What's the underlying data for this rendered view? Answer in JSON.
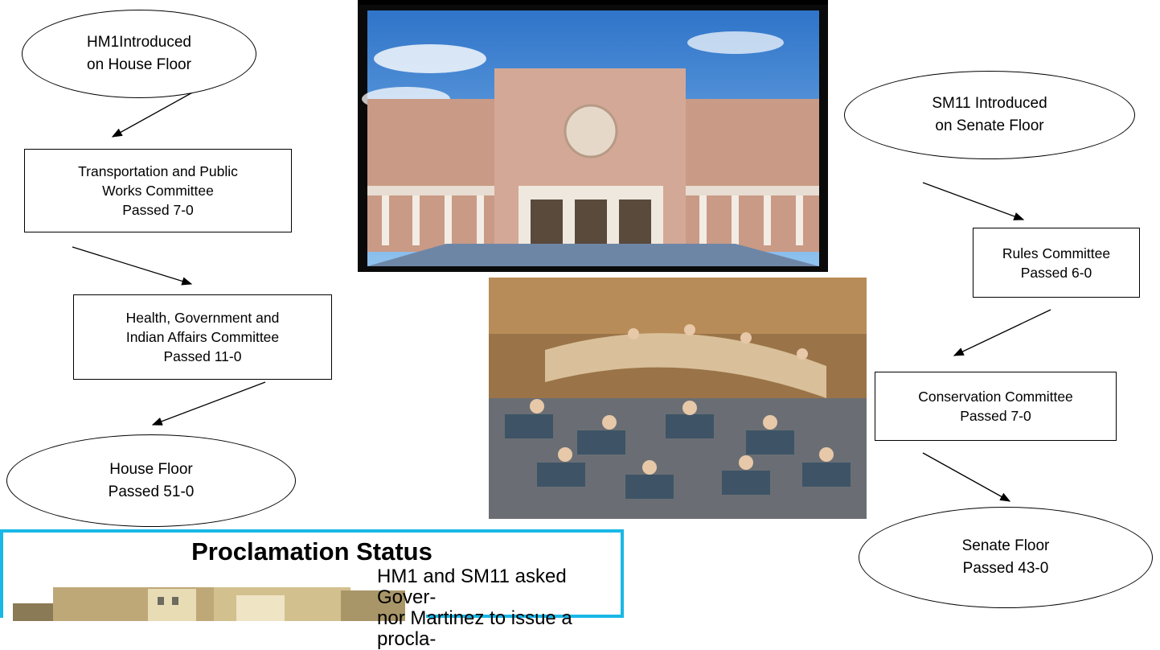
{
  "diagram": {
    "house_path": {
      "start": "HM1Introduced\non House Floor",
      "committee_1": "Transportation and Public\nWorks Committee\nPassed 7-0",
      "committee_2": "Health, Government and\nIndian Affairs Committee\nPassed 11-0",
      "end": "House Floor\nPassed 51-0"
    },
    "senate_path": {
      "start": "SM11 Introduced\non Senate Floor",
      "committee_1": "Rules Committee\nPassed 6-0",
      "committee_2": "Conservation Committee\nPassed 7-0",
      "end": "Senate Floor\nPassed 43-0"
    }
  },
  "proclamation": {
    "title": "Proclamation Status",
    "text": "HM1 and SM11 asked Gover-\nnor Martinez to issue a procla-"
  },
  "colors": {
    "panel_border": "#1ab8e6"
  }
}
